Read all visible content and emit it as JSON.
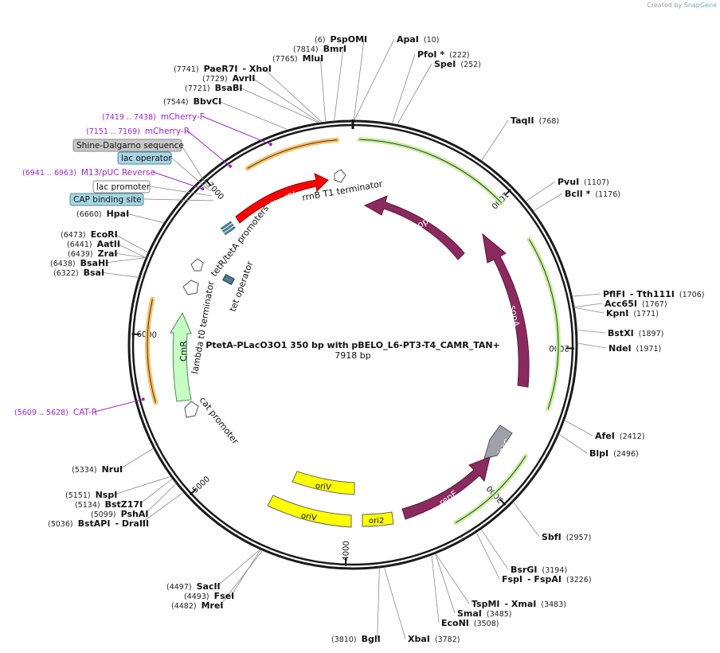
{
  "credit": {
    "prefix": "Created by",
    "brand": "SnapGene"
  },
  "title": "PtetA-PLacO3O1 350 bp with pBELO_L6-PT3-T4_CAMR_TAN+",
  "length_label": "7918 bp",
  "total_bp": 7918,
  "ticks": [
    "1000",
    "2000",
    "3000",
    "4000",
    "5000",
    "6000",
    "7000"
  ],
  "enzymes": [
    {
      "name": "PspOMI",
      "pos": "(6)",
      "side": "L",
      "bp": 6
    },
    {
      "name": "ApaI",
      "pos": "(10)",
      "side": "R",
      "bp": 10
    },
    {
      "name": "BmrI",
      "pos": "(7814)",
      "side": "L",
      "bp": 7814
    },
    {
      "name": "MluI",
      "pos": "(7765)",
      "side": "L",
      "bp": 7765
    },
    {
      "name": "PaeR7I",
      "name2": "- XhoI",
      "pos": "(7741)",
      "side": "L",
      "bp": 7741
    },
    {
      "name": "AvrII",
      "pos": "(7729)",
      "side": "L",
      "bp": 7729
    },
    {
      "name": "BsaBI",
      "pos": "(7721)",
      "side": "L",
      "bp": 7721
    },
    {
      "name": "BbvCI",
      "pos": "(7544)",
      "side": "L",
      "bp": 7544
    },
    {
      "name": "PfoI *",
      "pos": "(222)",
      "side": "R",
      "bp": 222
    },
    {
      "name": "SpeI",
      "pos": "(252)",
      "side": "R",
      "bp": 252
    },
    {
      "name": "TaqII",
      "pos": "(768)",
      "side": "R",
      "bp": 768
    },
    {
      "name": "PvuI",
      "pos": "(1107)",
      "side": "R",
      "bp": 1107
    },
    {
      "name": "BclI *",
      "pos": "(1176)",
      "side": "R",
      "bp": 1176
    },
    {
      "name": "PflFI",
      "name2": "- Tth111I",
      "pos": "(1706)",
      "side": "R",
      "bp": 1706
    },
    {
      "name": "Acc65I",
      "pos": "(1767)",
      "side": "R",
      "bp": 1767
    },
    {
      "name": "KpnI",
      "pos": "(1771)",
      "side": "R",
      "bp": 1771
    },
    {
      "name": "BstXI",
      "pos": "(1897)",
      "side": "R",
      "bp": 1897
    },
    {
      "name": "NdeI",
      "pos": "(1971)",
      "side": "R",
      "bp": 1971
    },
    {
      "name": "AfeI",
      "pos": "(2412)",
      "side": "R",
      "bp": 2412
    },
    {
      "name": "BlpI",
      "pos": "(2496)",
      "side": "R",
      "bp": 2496
    },
    {
      "name": "SbfI",
      "pos": "(2957)",
      "side": "R",
      "bp": 2957
    },
    {
      "name": "BsrGI",
      "pos": "(3194)",
      "side": "R",
      "bp": 3194
    },
    {
      "name": "FspI",
      "name2": "- FspAI",
      "pos": "(3226)",
      "side": "R",
      "bp": 3226
    },
    {
      "name": "TspMI",
      "name2": "- XmaI",
      "pos": "(3483)",
      "side": "R",
      "bp": 3483
    },
    {
      "name": "SmaI",
      "pos": "(3485)",
      "side": "R",
      "bp": 3485
    },
    {
      "name": "EcoNI",
      "pos": "(3508)",
      "side": "R",
      "bp": 3508
    },
    {
      "name": "XbaI",
      "pos": "(3782)",
      "side": "R",
      "bp": 3782
    },
    {
      "name": "BglI",
      "pos": "(3810)",
      "side": "L",
      "bp": 3810
    },
    {
      "name": "SacII",
      "pos": "(4497)",
      "side": "L",
      "bp": 4497
    },
    {
      "name": "FseI",
      "pos": "(4493)",
      "side": "L",
      "bp": 4493
    },
    {
      "name": "MreI",
      "pos": "(4482)",
      "side": "L",
      "bp": 4482
    },
    {
      "name": "NruI",
      "pos": "(5334)",
      "side": "L",
      "bp": 5334
    },
    {
      "name": "NspI",
      "pos": "(5151)",
      "side": "L",
      "bp": 5151
    },
    {
      "name": "BstZ17I",
      "pos": "(5134)",
      "side": "L",
      "bp": 5134
    },
    {
      "name": "PshAI",
      "pos": "(5099)",
      "side": "L",
      "bp": 5099
    },
    {
      "name": "BstAPI",
      "name2": "- DraIII",
      "pos": "(5036)",
      "side": "L",
      "bp": 5036
    },
    {
      "name": "HpaI",
      "pos": "(6660)",
      "side": "L",
      "bp": 6660
    },
    {
      "name": "EcoRI",
      "pos": "(6473)",
      "side": "L",
      "bp": 6473
    },
    {
      "name": "AatII",
      "pos": "(6441)",
      "side": "L",
      "bp": 6441
    },
    {
      "name": "ZraI",
      "pos": "(6439)",
      "side": "L",
      "bp": 6439
    },
    {
      "name": "BsaHI",
      "pos": "(6438)",
      "side": "L",
      "bp": 6438
    },
    {
      "name": "BsaI",
      "pos": "(6322)",
      "side": "L",
      "bp": 6322
    }
  ],
  "primers": [
    {
      "range": "(7419 .. 7438)",
      "name": "mCherry-F",
      "bp": 7428
    },
    {
      "range": "(7151 .. 7169)",
      "name": "mCherry-R",
      "bp": 7160
    },
    {
      "range": "(6941 .. 6963)",
      "name": "M13/pUC Reverse",
      "bp": 6952
    },
    {
      "range": "(5609 .. 5628)",
      "name": "CAT-R",
      "bp": 5618
    }
  ],
  "boxed_labels": [
    {
      "text": "Shine-Dalgarno sequence",
      "color": "#c8c8c8"
    },
    {
      "text": "lac operator",
      "color": "#a9d6e5"
    },
    {
      "text": "lac promoter",
      "color": "#ffffff"
    },
    {
      "text": "CAP binding site",
      "color": "#a9d6e5"
    }
  ],
  "features": [
    {
      "name": "mCherry",
      "color": "#ff0000"
    },
    {
      "name": "sopB",
      "color": "#8b2a5e"
    },
    {
      "name": "sopA",
      "color": "#8b2a5e"
    },
    {
      "name": "repE",
      "color": "#8b2a5e"
    },
    {
      "name": "incC",
      "color": "#9ea2a8"
    },
    {
      "name": "oriV",
      "color": "#ffff00"
    },
    {
      "name": "oriV",
      "color": "#ffff00"
    },
    {
      "name": "ori2",
      "color": "#ffff00"
    },
    {
      "name": "CmR",
      "color": "#c6ffc6"
    }
  ],
  "inner_labels": {
    "rrnb": "rrnB T1 terminator",
    "tetr": "tetR/tetA promoters",
    "tetop": "tet operator",
    "lambda": "lambda t0 terminator",
    "cat": "cat promoter"
  },
  "colors": {
    "backbone": "#1a1a1a",
    "primer": "#9b27c9",
    "orange_orf": "#ffc066",
    "green_orf": "#c8f2a0"
  }
}
